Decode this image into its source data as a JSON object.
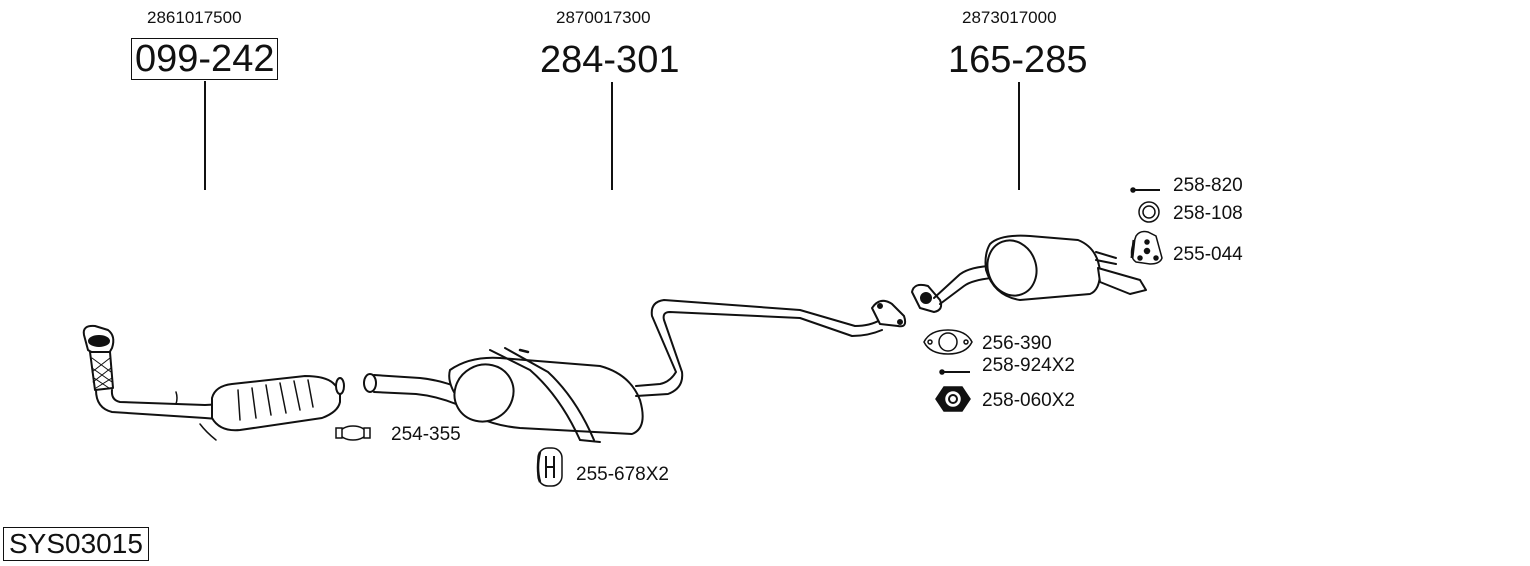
{
  "diagram": {
    "system_code": "SYS03015",
    "main_parts": [
      {
        "part_number": "099-242",
        "oem_number": "2861017500",
        "type": "catalytic-converter",
        "boxed": true
      },
      {
        "part_number": "284-301",
        "oem_number": "2870017300",
        "type": "middle-silencer",
        "boxed": false
      },
      {
        "part_number": "165-285",
        "oem_number": "2873017000",
        "type": "rear-silencer",
        "boxed": false
      }
    ],
    "accessories": [
      {
        "part_number": "254-355",
        "icon": "clamp-icon"
      },
      {
        "part_number": "255-678X2",
        "icon": "rubber-hanger-icon"
      },
      {
        "part_number": "256-390",
        "icon": "gasket-icon"
      },
      {
        "part_number": "258-924X2",
        "icon": "bolt-icon"
      },
      {
        "part_number": "258-060X2",
        "icon": "nut-icon"
      },
      {
        "part_number": "258-820",
        "icon": "bolt-icon"
      },
      {
        "part_number": "258-108",
        "icon": "ring-icon"
      },
      {
        "part_number": "255-044",
        "icon": "rubber-mount-icon"
      }
    ],
    "colors": {
      "line": "#111111",
      "fill": "#ffffff",
      "shade": "#d8d8d8"
    }
  }
}
